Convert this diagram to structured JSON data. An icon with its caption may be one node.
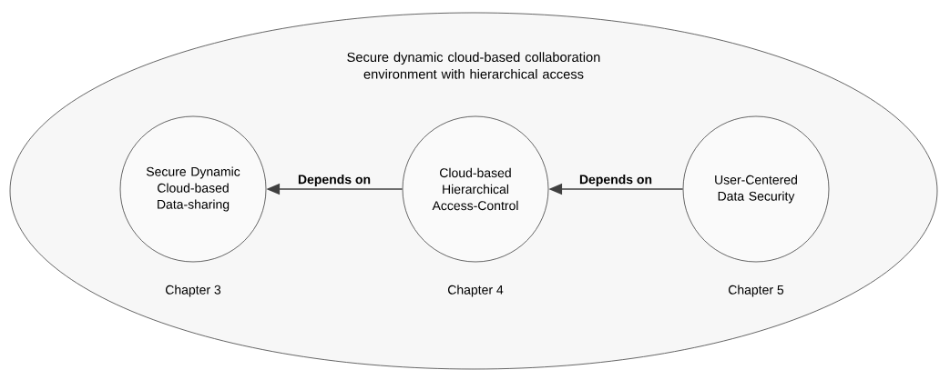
{
  "diagram": {
    "nodes": [
      {
        "text": [
          "Secure dynamic cloud-based collaboration environment with hierarchical access"
        ]
      },
      {
        "text": [
          "Secure Dynamic Cloud-based Data-sharing"
        ],
        "in": 0,
        "beside": [
          "Chapter 3"
        ]
      },
      {
        "text": [
          "Cloud-based Hierarchical Access-Control"
        ],
        "in": 0,
        "beside": [
          "Chapter 4"
        ]
      },
      {
        "text": [
          "User-Centered Data Security"
        ],
        "in": 0,
        "beside": [
          "Chapter 5"
        ]
      }
    ],
    "edges": [
      {
        "from": 2,
        "to": 1,
        "arrow": "to",
        "label": "Depends on"
      },
      {
        "from": 3,
        "to": 2,
        "arrow": "to",
        "label": "Depends on"
      }
    ]
  }
}
